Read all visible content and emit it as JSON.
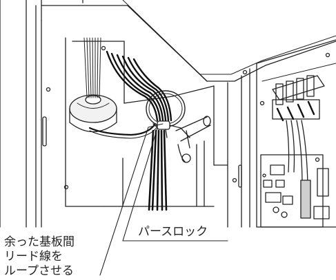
{
  "callouts": {
    "leftover_lead": {
      "line1": "余った基板間",
      "line2": "リード線を",
      "line3": "ループさせる"
    },
    "purse_lock": "パースロック"
  },
  "colors": {
    "line": "#222222",
    "background": "#ffffff",
    "wire_dark": "#111111",
    "ferrite": "#f2f2f2"
  }
}
